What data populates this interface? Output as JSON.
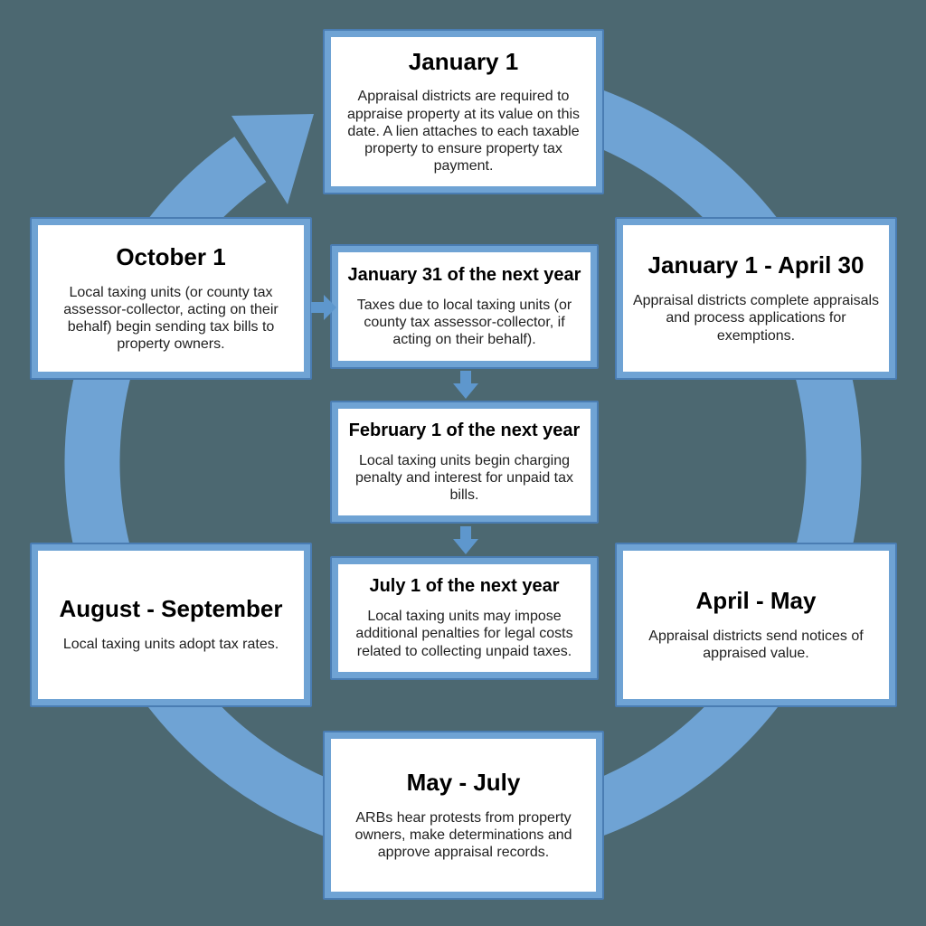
{
  "diagram": {
    "type": "cycle-flow-diagram",
    "colors": {
      "background": "#4C6871",
      "arrow_blue": "#6FA3D4",
      "flow_arrow_blue": "#5E97CD",
      "box_border_outline": "#4A7DB3",
      "box_fill": "#FFFFFF",
      "title_text": "#000000",
      "body_text": "#1F1F1F"
    },
    "icons": {
      "cycle": "circular-arrow-clockwise",
      "connectors": [
        "arrow-right",
        "arrow-down",
        "arrow-down"
      ]
    },
    "stages": [
      {
        "id": "january-1",
        "title": "January 1",
        "body": "Appraisal districts are required to appraise property at its value on this date. A lien attaches to each taxable property to ensure property tax payment."
      },
      {
        "id": "january-1-april-30",
        "title": "January 1 - April 30",
        "body": "Appraisal districts complete appraisals and process applications for exemptions."
      },
      {
        "id": "april-may",
        "title": "April - May",
        "body": "Appraisal districts send notices of appraised value."
      },
      {
        "id": "may-july",
        "title": "May - July",
        "body": "ARBs hear protests from property owners, make determinations and approve appraisal records."
      },
      {
        "id": "august-september",
        "title": "August - September",
        "body": "Local taxing units adopt tax rates."
      },
      {
        "id": "october-1",
        "title": "October 1",
        "body": "Local taxing units (or county tax assessor-collector, acting on their behalf) begin sending tax bills to property owners."
      },
      {
        "id": "january-31-next-year",
        "title": "January 31 of the next year",
        "body": "Taxes due to local taxing units (or county tax assessor-collector, if acting on their behalf)."
      },
      {
        "id": "february-1-next-year",
        "title": "February 1 of the next year",
        "body": "Local taxing units begin charging penalty and interest for unpaid tax bills."
      },
      {
        "id": "july-1-next-year",
        "title": "July 1 of the next year",
        "body": "Local taxing units may impose additional penalties for legal costs related to collecting unpaid taxes."
      }
    ]
  }
}
